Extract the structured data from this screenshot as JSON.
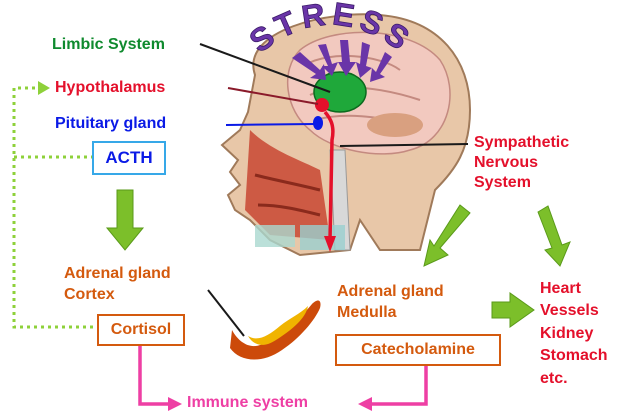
{
  "stress_word": "STRESS",
  "labels": {
    "limbic": "Limbic System",
    "hypothalamus": "Hypothalamus",
    "pituitary": "Pituitary gland",
    "acth": "ACTH",
    "sympathetic": [
      "Sympathetic",
      "Nervous",
      "System"
    ],
    "adrenal_cortex": [
      "Adrenal gland",
      "Cortex"
    ],
    "adrenal_medulla": [
      "Adrenal gland",
      "Medulla"
    ],
    "cortisol": "Cortisol",
    "catecholamine": "Catecholamine",
    "organs": [
      "Heart",
      "Vessels",
      "Kidney",
      "Stomach",
      "etc."
    ],
    "immune": "Immune system"
  },
  "colors": {
    "limbic": "#0f8a2e",
    "hypothalamus": "#e4102b",
    "pituitary": "#0a1ae6",
    "adrenal": "#d45a0e",
    "acth_border": "#36a8e8",
    "green_arrow": "#7cbf2a",
    "dotted": "#8ed13a",
    "pink": "#ee3fa4",
    "stress": "#6a35a8",
    "gland_outer": "#cc4a0a",
    "gland_inner": "#f0b400"
  }
}
